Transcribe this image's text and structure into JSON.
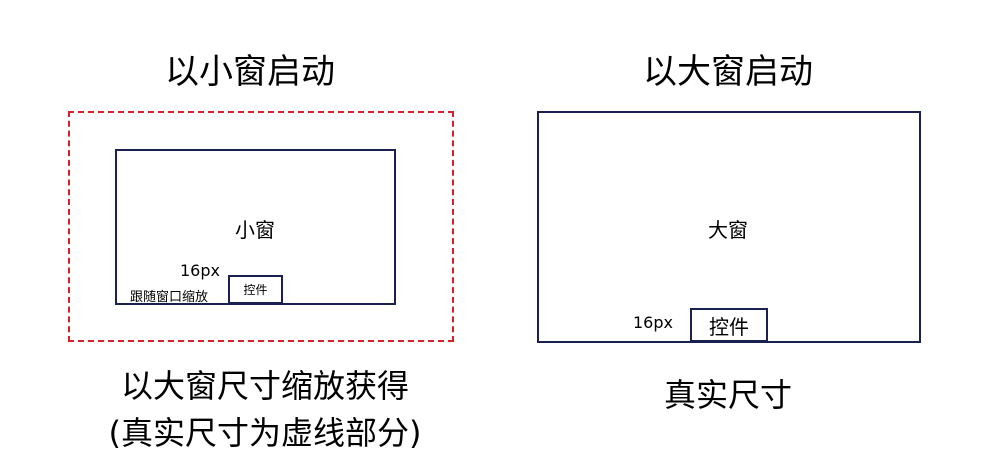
{
  "left": {
    "heading": "以小窗启动",
    "window_label": "小窗",
    "size_label": "16px",
    "scale_note": "跟随窗口缩放",
    "control_label": "控件",
    "caption_line1": "以大窗尺寸缩放获得",
    "caption_line2": "(真实尺寸为虚线部分)"
  },
  "right": {
    "heading": "以大窗启动",
    "window_label": "大窗",
    "size_label": "16px",
    "control_label": "控件",
    "caption": "真实尺寸"
  },
  "colors": {
    "window_border": "#1a2050",
    "dashed_border": "#d9202a"
  }
}
